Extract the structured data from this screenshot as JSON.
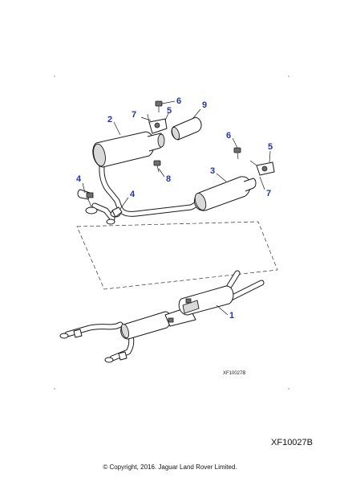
{
  "callouts": {
    "c1": "1",
    "c2": "2",
    "c3": "3",
    "c4a": "4",
    "c4b": "4",
    "c5a": "5",
    "c5b": "5",
    "c6a": "6",
    "c6b": "6",
    "c7a": "7",
    "c7b": "7",
    "c8": "8",
    "c9": "9"
  },
  "drawing_code": "XF10027B",
  "ref_code": "XF10027B",
  "copyright": "© Copyright, 2016. Jaguar Land Rover Limited.",
  "colors": {
    "callout": "#2233aa",
    "line": "#1a1a1a"
  }
}
